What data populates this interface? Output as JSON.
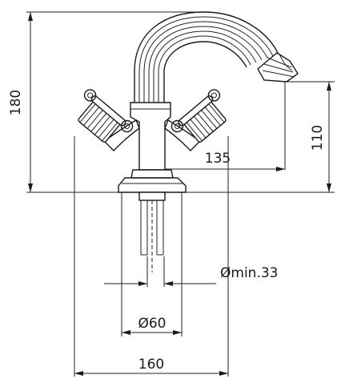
{
  "dimensions": {
    "total_height": "180",
    "spout_height": "110",
    "spout_reach": "135",
    "hose_min": "Ømin.33",
    "base_diameter": "Ø60",
    "handle_width": "160"
  },
  "colors": {
    "line": "#1a1a1a",
    "background": "#ffffff"
  }
}
